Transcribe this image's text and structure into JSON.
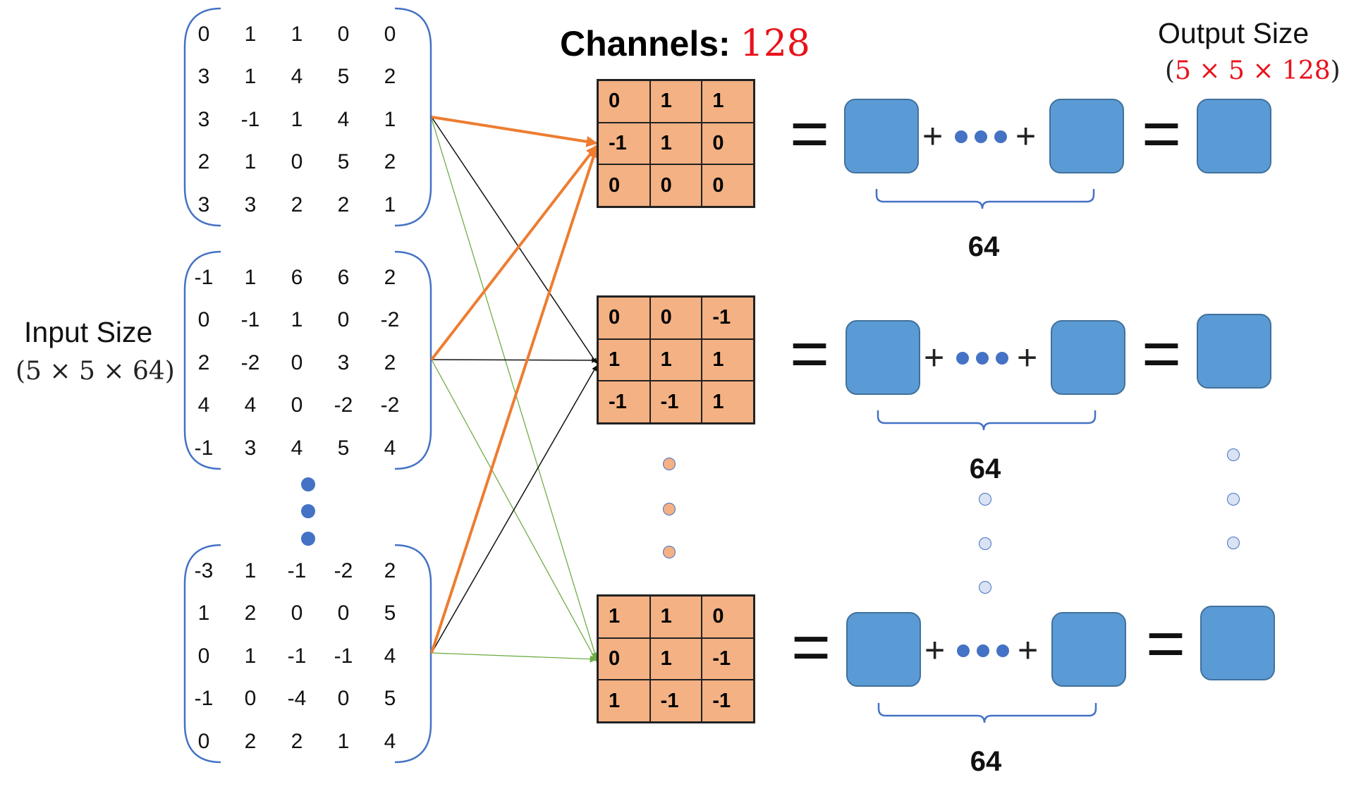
{
  "input": {
    "title": "Input Size",
    "size_prefix": "(5 × 5 × 64",
    "size_suffix": ")",
    "matrices": [
      [
        [
          "0",
          "1",
          "1",
          "0",
          "0"
        ],
        [
          "3",
          "1",
          "4",
          "5",
          "2"
        ],
        [
          "3",
          "-1",
          "1",
          "4",
          "1"
        ],
        [
          "2",
          "1",
          "0",
          "5",
          "2"
        ],
        [
          "3",
          "3",
          "2",
          "2",
          "1"
        ]
      ],
      [
        [
          "-1",
          "1",
          "6",
          "6",
          "2"
        ],
        [
          "0",
          "-1",
          "1",
          "0",
          "-2"
        ],
        [
          "2",
          "-2",
          "0",
          "3",
          "2"
        ],
        [
          "4",
          "4",
          "0",
          "-2",
          "-2"
        ],
        [
          "-1",
          "3",
          "4",
          "5",
          "4"
        ]
      ],
      [
        [
          "-3",
          "1",
          "-1",
          "-2",
          "2"
        ],
        [
          "1",
          "2",
          "0",
          "0",
          "5"
        ],
        [
          "0",
          "1",
          "-1",
          "-1",
          "4"
        ],
        [
          "-1",
          "0",
          "-4",
          "0",
          "5"
        ],
        [
          "0",
          "2",
          "2",
          "1",
          "4"
        ]
      ]
    ]
  },
  "channels": {
    "label": "Channels:",
    "count": "128"
  },
  "kernels": [
    [
      [
        "0",
        "1",
        "1"
      ],
      [
        "-1",
        "1",
        "0"
      ],
      [
        "0",
        "0",
        "0"
      ]
    ],
    [
      [
        "0",
        "0",
        "-1"
      ],
      [
        "1",
        "1",
        "1"
      ],
      [
        "-1",
        "-1",
        "1"
      ]
    ],
    [
      [
        "1",
        "1",
        "0"
      ],
      [
        "0",
        "1",
        "-1"
      ],
      [
        "1",
        "-1",
        "-1"
      ]
    ]
  ],
  "sums": {
    "count_label": "64",
    "equals_symbol": "=",
    "plus_symbol": "+"
  },
  "output": {
    "title": "Output Size",
    "size_open": "(",
    "size_inner": "5 × 5 × 128",
    "size_close": ")"
  },
  "colors": {
    "kernel_fill": "#f4b183",
    "result_box_fill": "#5b9bd5",
    "bracket_color": "#4472c4",
    "highlight_arrow": "#ed7d31",
    "secondary_arrow": "#70ad47",
    "size_highlight": "#e8121b"
  }
}
